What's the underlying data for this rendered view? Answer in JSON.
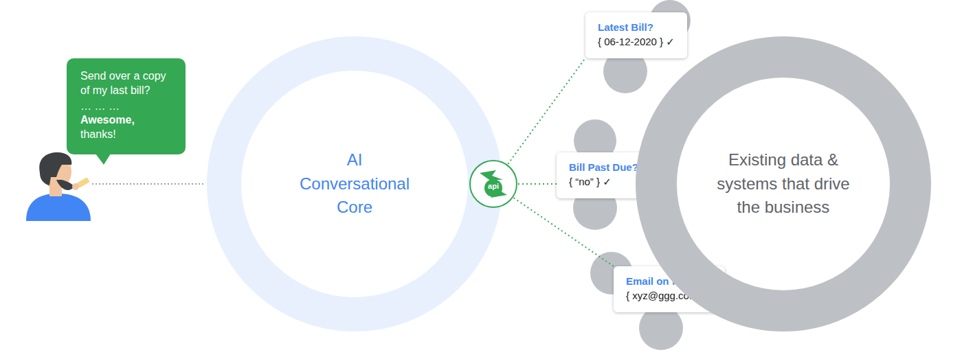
{
  "diagram": {
    "nodes": [
      {
        "text": [
          "Send over a copy of my last bill?",
          "… … …",
          "Awesome,",
          "thanks!"
        ]
      },
      {
        "text": [
          "AI Conversational Core"
        ]
      },
      {
        "text": [
          "api"
        ]
      },
      {
        "text": [
          "Latest Bill?",
          "{ 06-12-2020 } ✓"
        ]
      },
      {
        "text": [
          "Bill Past Due?",
          "{ “no” } ✓"
        ]
      },
      {
        "text": [
          "Email on file?",
          "{ xyz@ggg.com} ✓"
        ]
      },
      {
        "text": [
          "Existing data & systems that drive the business"
        ]
      }
    ],
    "edges": [
      {
        "from": 2,
        "to": 3,
        "arrow": "none"
      },
      {
        "from": 2,
        "to": 4,
        "arrow": "none"
      },
      {
        "from": 2,
        "to": 5,
        "arrow": "none"
      }
    ]
  }
}
